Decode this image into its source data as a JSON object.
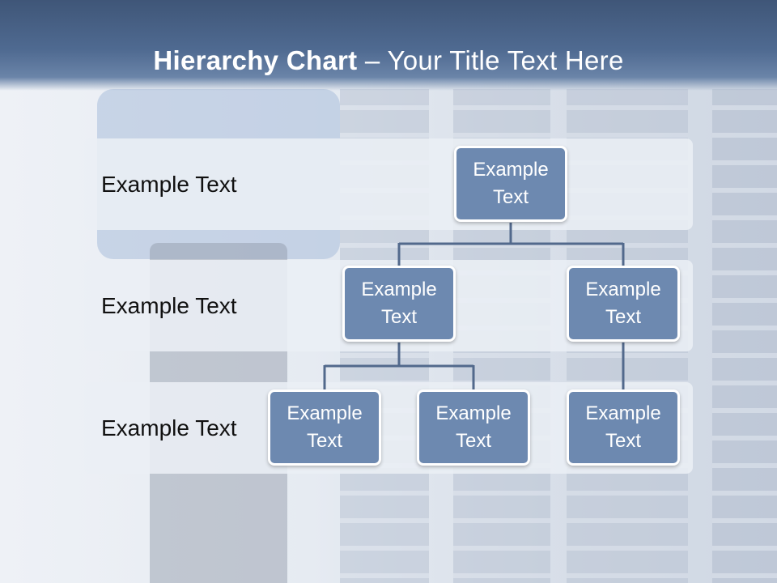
{
  "title": {
    "bold": "Hierarchy Chart",
    "rest": " – Your Title Text Here"
  },
  "levels": [
    {
      "label": "Example Text"
    },
    {
      "label": "Example Text"
    },
    {
      "label": "Example Text"
    }
  ],
  "nodes": {
    "root": "Example Text",
    "l2_left": "Example Text",
    "l2_right": "Example Text",
    "l3_a": "Example Text",
    "l3_b": "Example Text",
    "l3_c": "Example Text"
  },
  "colors": {
    "node_fill": "#6d89b0",
    "connector": "#52698c",
    "title_bar": "#4f6a91"
  }
}
